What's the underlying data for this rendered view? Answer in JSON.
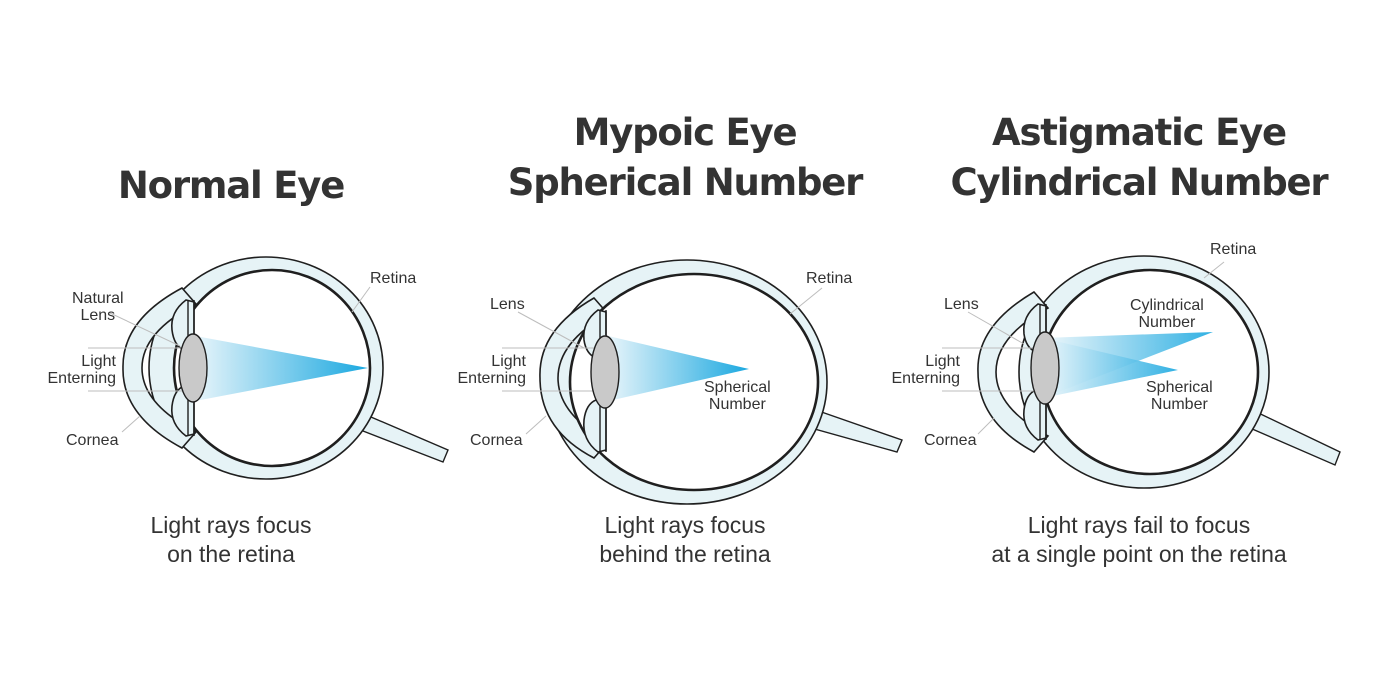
{
  "colors": {
    "eye_fill": "#e6f3f6",
    "outline": "#1f1f1f",
    "lens": "#c9c9c9",
    "ray_light": "#eef7fb",
    "ray_dark": "#1aa8e0",
    "leader": "#bdbdbd"
  },
  "panels": [
    {
      "title_lines": [
        "Normal Eye"
      ],
      "caption_lines": [
        "Light rays focus",
        "on the retina"
      ],
      "labels": {
        "lens": [
          "Natural",
          "Lens"
        ],
        "light": [
          "Light",
          "Enterning"
        ],
        "cornea": "Cornea",
        "retina": "Retina"
      }
    },
    {
      "title_lines": [
        "Mypoic Eye",
        "Spherical Number"
      ],
      "caption_lines": [
        "Light rays focus",
        "behind the retina"
      ],
      "labels": {
        "lens": [
          "Lens"
        ],
        "light": [
          "Light",
          "Enterning"
        ],
        "cornea": "Cornea",
        "retina": "Retina",
        "focus": [
          "Spherical",
          "Number"
        ]
      }
    },
    {
      "title_lines": [
        "Astigmatic Eye",
        "Cylindrical Number"
      ],
      "caption_lines": [
        "Light rays fail to focus",
        "at a single point on the retina"
      ],
      "labels": {
        "lens": [
          "Lens"
        ],
        "light": [
          "Light",
          "Enterning"
        ],
        "cornea": "Cornea",
        "retina": "Retina",
        "focus_top": [
          "Cylindrical",
          "Number"
        ],
        "focus_bottom": [
          "Spherical",
          "Number"
        ]
      }
    }
  ]
}
